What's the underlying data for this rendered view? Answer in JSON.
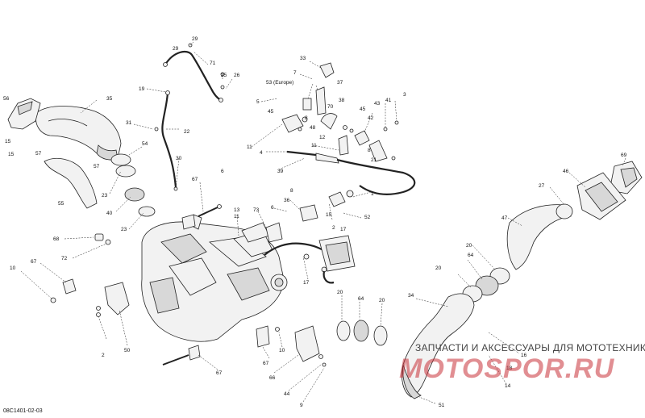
{
  "diagram_ref": "08C1401-02-03",
  "watermark": {
    "text": "ЗАПЧАСТИ И АКСЕССУАРЫ ДЛЯ МОТОТЕХНИКИ",
    "logo": "MOTOSPOR.RU"
  },
  "callouts": {
    "c29a": "29",
    "c29b": "29",
    "c71": "71",
    "c25": "25",
    "c26": "26",
    "c19": "19",
    "c56": "56",
    "c35": "35",
    "c31": "31",
    "c22": "22",
    "c15a": "15",
    "c15b": "15",
    "c57a": "57",
    "c57b": "57",
    "c54": "54",
    "c55": "55",
    "c23a": "23",
    "c40": "40",
    "c23b": "23",
    "c30": "30",
    "c67a": "67",
    "c6a": "6",
    "c33": "33",
    "c7": "7",
    "c53": "53 (Europe)",
    "c37": "37",
    "c5": "5",
    "c45a": "45",
    "c38": "38",
    "c43": "43",
    "c41": "41",
    "c3": "3",
    "c70": "70",
    "c45b": "45",
    "c42": "42",
    "c8a": "8",
    "c48": "48",
    "c11a": "11",
    "c12": "12",
    "c4": "4",
    "c11b": "11",
    "c8b": "8",
    "c21": "21",
    "c39": "39",
    "c69": "69",
    "c46": "46",
    "c27": "27",
    "c47": "47",
    "c36": "36",
    "c1": "1",
    "c8c": "8",
    "c52": "52",
    "c13": "13",
    "c11c": "11",
    "c73": "73",
    "c6b": "6",
    "c2a": "2",
    "c68": "68",
    "c72": "72",
    "c15c": "15",
    "c17a": "17",
    "c17b": "17",
    "c20a": "20",
    "c20b": "20",
    "c64a": "64",
    "c20c": "20",
    "c64b": "64",
    "c20d": "20",
    "c34": "34",
    "c10a": "10",
    "c67b": "67",
    "c2b": "2",
    "c50": "50",
    "c10b": "10",
    "c67c": "67",
    "c67d": "67",
    "c66": "66",
    "c44": "44",
    "c9": "9",
    "c16": "16",
    "c18": "18",
    "c14": "14",
    "c51": "51"
  },
  "colors": {
    "line": "#222222",
    "fill": "#f2f2f2",
    "watermark": "#c9323a"
  }
}
